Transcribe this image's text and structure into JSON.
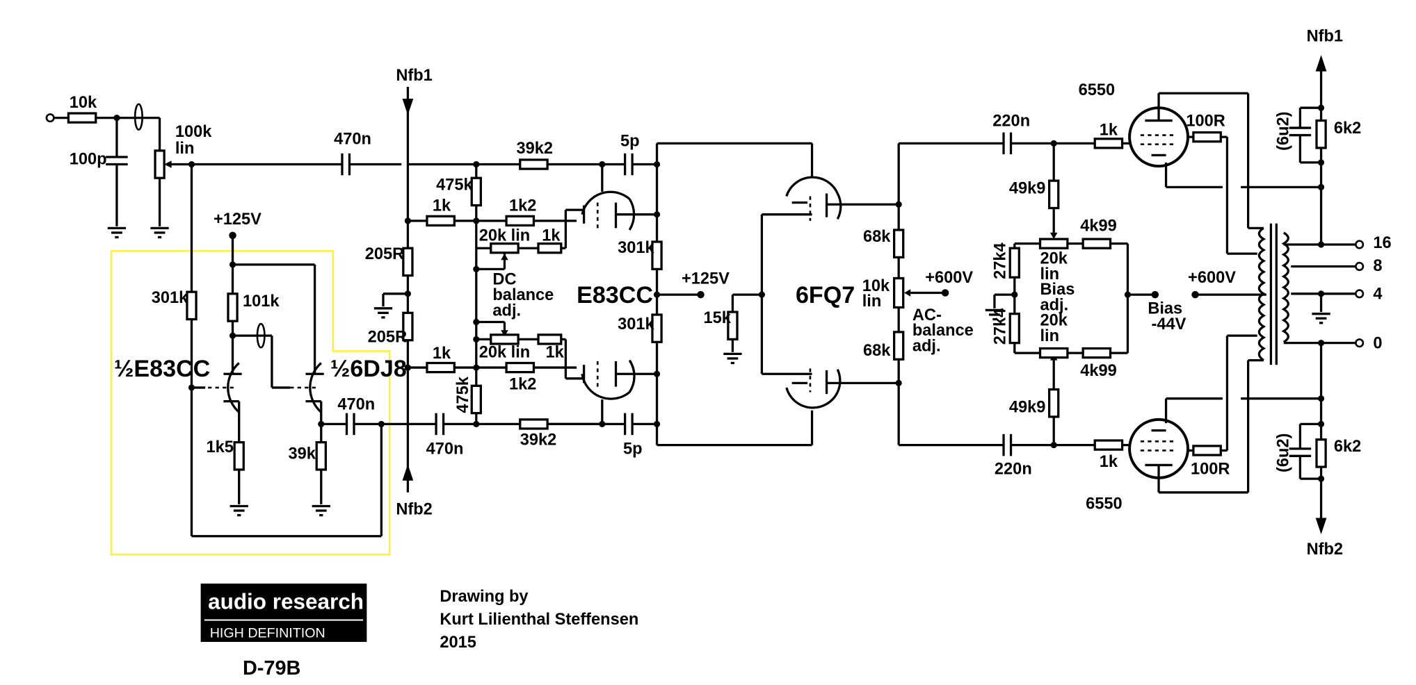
{
  "labels": {
    "r_in": "10k",
    "c_in": "100p",
    "pot_vol": "100k",
    "pot_vol2": "lin",
    "c_470n_top": "470n",
    "nfb1_center": "Nfb1",
    "nfb2_center": "Nfb2",
    "plus125_left": "+125V",
    "r_301k_left": "301k",
    "r_101k": "101k",
    "tube_e83cc_half": "½E83CC",
    "tube_6dj8_half": "½6DJ8",
    "c_470n_mid": "470n",
    "r_1k5": "1k5",
    "r_39k": "39k",
    "c_470n_bot": "470n",
    "r_205r_top": "205R",
    "r_205r_bot": "205R",
    "r_475k_top": "475k",
    "r_475k_bot": "475k",
    "r_1k_a": "1k",
    "r_1k_b": "1k",
    "r_1k2_top": "1k2",
    "r_1k2_bot": "1k2",
    "pot_dc_top": "20k lin",
    "pot_dc_bot": "20k lin",
    "r_1k_c": "1k",
    "r_1k_d": "1k",
    "dc_bal_1": "DC",
    "dc_bal_2": "balance",
    "dc_bal_3": "adj.",
    "r_39k2_top": "39k2",
    "r_39k2_bot": "39k2",
    "c_5p_top": "5p",
    "c_5p_bot": "5p",
    "tube_e83cc": "E83CC",
    "r_301k_a": "301k",
    "r_301k_b": "301k",
    "plus125_mid": "+125V",
    "r_15k": "15k",
    "tube_6fq7": "6FQ7",
    "r_68k_top": "68k",
    "r_68k_bot": "68k",
    "pot_ac_1": "10k",
    "pot_ac_2": "lin",
    "plus600_a": "+600V",
    "ac_bal_1": "AC-",
    "ac_bal_2": "balance",
    "ac_bal_3": "adj.",
    "c_220n_top": "220n",
    "c_220n_bot": "220n",
    "r_49k9_top": "49k9",
    "r_49k9_bot": "49k9",
    "r_27k4_top": "27k4",
    "r_27k4_bot": "27k4",
    "bias_pot_1": "20k",
    "bias_pot_2": "lin",
    "bias_adj_1": "Bias",
    "bias_adj_2": "adj.",
    "bias_pot_3": "20k",
    "bias_pot_4": "lin",
    "r_4k99_top": "4k99",
    "r_4k99_bot": "4k99",
    "bias_v_1": "Bias",
    "bias_v_2": "-44V",
    "r_1k_top_out": "1k",
    "r_1k_bot_out": "1k",
    "r_100r_top": "100R",
    "r_100r_bot": "100R",
    "tube_6550_top": "6550",
    "tube_6550_bot": "6550",
    "plus600_b": "+600V",
    "c_6u2_top": "(6u2)",
    "c_6u2_bot": "(6u2)",
    "r_6k2_top": "6k2",
    "r_6k2_bot": "6k2",
    "nfb1_right": "Nfb1",
    "nfb2_right": "Nfb2",
    "tap_16": "16",
    "tap_8": "8",
    "tap_4": "4",
    "tap_0": "0"
  },
  "logo": {
    "brand": "audio research",
    "tagline": "HIGH DEFINITION",
    "model": "D-79B"
  },
  "credits": {
    "line1": "Drawing by",
    "line2": "Kurt Lilienthal Steffensen",
    "line3": "2015"
  },
  "colors": {
    "highlight_box": "#ffee44",
    "wire": "#000000",
    "logo_bg": "#000000",
    "logo_text": "#ffffff"
  }
}
